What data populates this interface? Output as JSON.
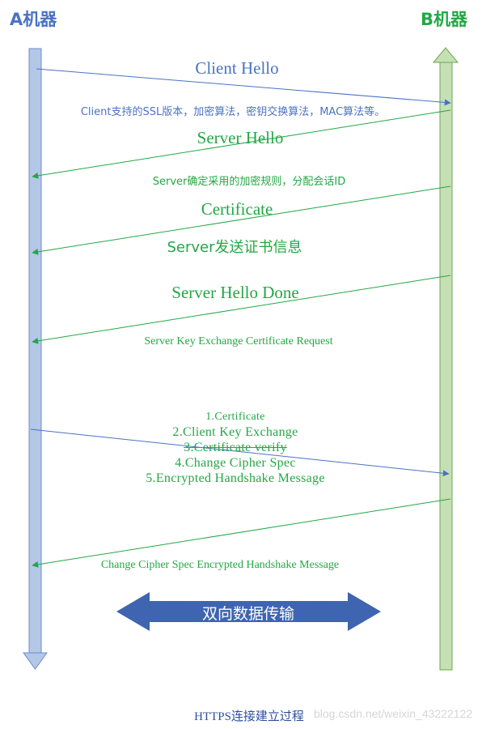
{
  "participants": {
    "a": "A机器",
    "b": "B机器"
  },
  "messages": [
    {
      "label": "Client Hello",
      "from": "A",
      "to": "B"
    },
    {
      "label": "Server Hello",
      "from": "B",
      "to": "A"
    },
    {
      "label": "Certificate",
      "from": "B",
      "to": "A"
    },
    {
      "label": "Server Hello Done",
      "from": "B",
      "to": "A"
    },
    {
      "label": "",
      "from": "A",
      "to": "B"
    },
    {
      "label": "",
      "from": "B",
      "to": "A"
    }
  ],
  "notes": {
    "client_hello_detail": "Client支持的SSL版本，加密算法，密钥交换算法，MAC算法等。",
    "server_hello_detail": "Server确定采用的加密规则，分配会话ID",
    "certificate_detail": "Server发送证书信息",
    "server_done_detail": "Server Key Exchange Certificate Request",
    "client_steps": [
      "1.Certificate",
      "2.Client Key Exchange",
      "3.Certificate verify",
      "4.Change Cipher Spec",
      "5.Encrypted Handshake Message"
    ],
    "server_finish_detail": "Change Cipher Spec Encrypted Handshake Message"
  },
  "transfer_label": "双向数据传输",
  "caption": "HTTPS连接建立过程",
  "watermark": "blog.csdn.net/weixin_43222122",
  "colors": {
    "a_side": "#4a72c4",
    "b_side": "#22a845",
    "a_lifeline_fill": "#b4c7e7",
    "b_lifeline_fill": "#c5e0b4",
    "transfer_arrow": "#3f64b0"
  }
}
